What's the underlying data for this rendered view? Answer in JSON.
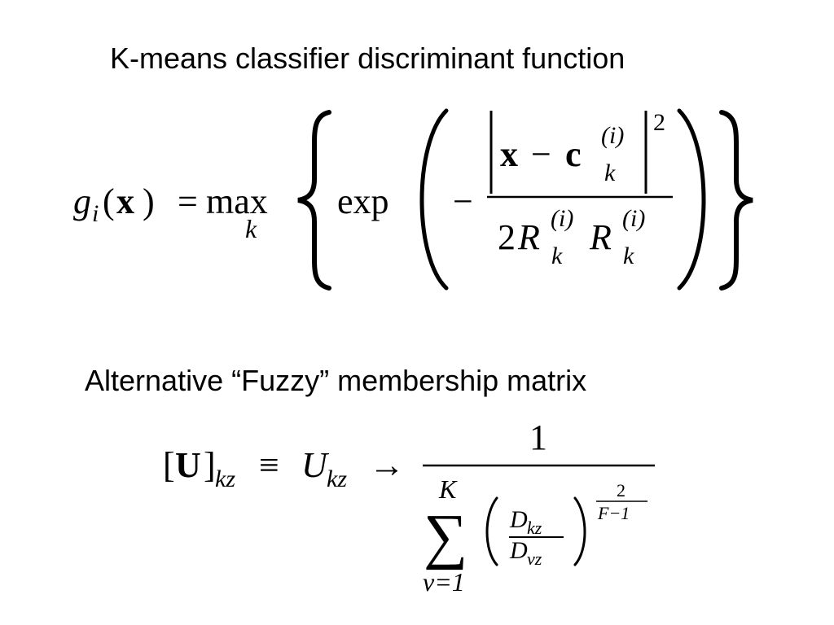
{
  "slide": {
    "heading_1": "K-means classifier discriminant function",
    "heading_2": "Alternative “Fuzzy” membership matrix"
  },
  "formula_1": {
    "lhs_g": "g",
    "lhs_i": "i",
    "lhs_paren_open": "(",
    "lhs_x": "x",
    "lhs_paren_close": ")",
    "equals": "=",
    "max": "max",
    "max_sub": "k",
    "exp": "exp",
    "minus": "−",
    "num_x": "x",
    "num_minus": "−",
    "num_c": "c",
    "num_c_sup": "(i)",
    "num_c_sub": "k",
    "num_power": "2",
    "den_2": "2",
    "den_R1": "R",
    "den_R1_sup": "(i)",
    "den_R1_sub": "k",
    "den_R2": "R",
    "den_R2_sup": "(i)",
    "den_R2_sub": "k"
  },
  "formula_2": {
    "lbracket": "[",
    "U": "U",
    "rbracket": "]",
    "lhs_sub": "kz",
    "equiv": "≡",
    "U2": "U",
    "U2_sub": "kz",
    "arrow": "→",
    "numerator": "1",
    "sum_upper": "K",
    "sum_symbol": "∑",
    "sum_lower": "v=1",
    "frac_num": "D",
    "frac_num_sub": "kz",
    "frac_den": "D",
    "frac_den_sub": "vz",
    "exp_num": "2",
    "exp_den": "F−1"
  }
}
